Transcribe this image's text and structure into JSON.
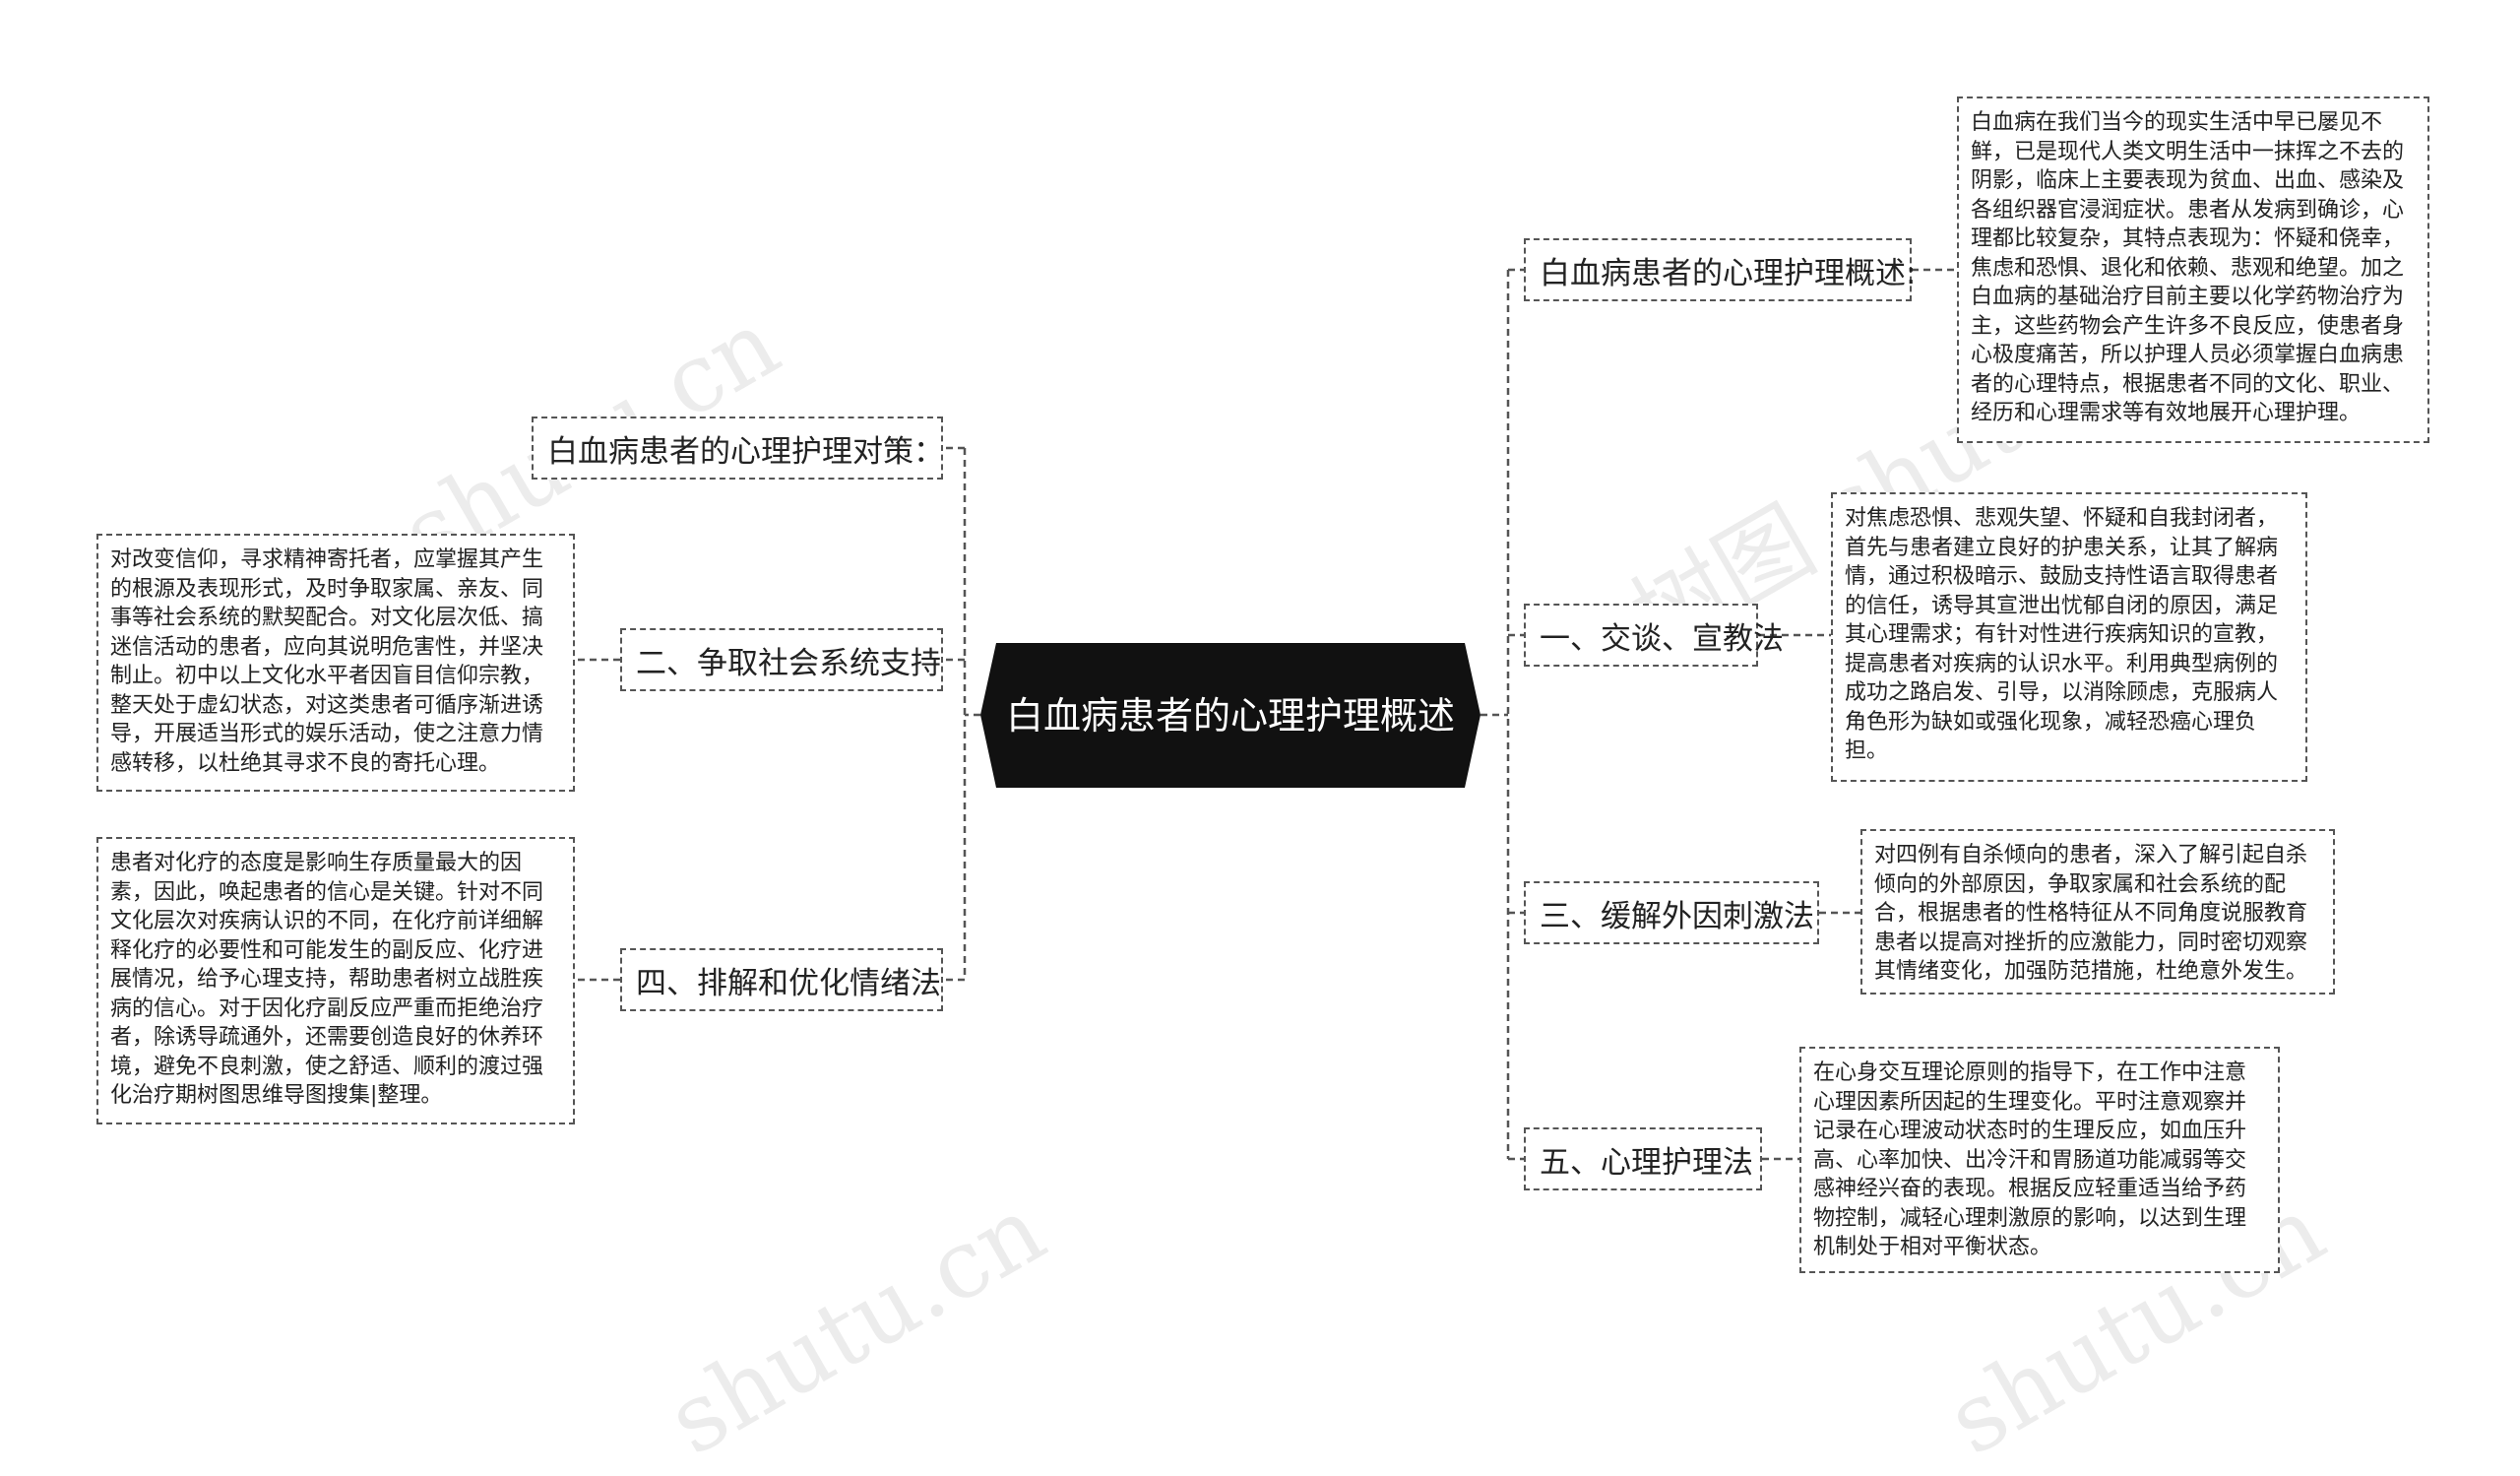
{
  "root": {
    "label": "白血病患者的心理护理概述"
  },
  "right_branches": [
    {
      "label": "白血病患者的心理护理概述:",
      "detail": "白血病在我们当今的现实生活中早已屡见不鲜，已是现代人类文明生活中一抹挥之不去的阴影，临床上主要表现为贫血、出血、感染及各组织器官浸润症状。患者从发病到确诊，心理都比较复杂，其特点表现为：怀疑和侥幸，焦虑和恐惧、退化和依赖、悲观和绝望。加之白血病的基础治疗目前主要以化学药物治疗为主，这些药物会产生许多不良反应，使患者身心极度痛苦，所以护理人员必须掌握白血病患者的心理特点，根据患者不同的文化、职业、经历和心理需求等有效地展开心理护理。"
    },
    {
      "label": "一、交谈、宣教法",
      "detail": "对焦虑恐惧、悲观失望、怀疑和自我封闭者，首先与患者建立良好的护患关系，让其了解病情，通过积极暗示、鼓励支持性语言取得患者的信任，诱导其宣泄出忧郁自闭的原因，满足其心理需求；有针对性进行疾病知识的宣教，提高患者对疾病的认识水平。利用典型病例的成功之路启发、引导，以消除顾虑，克服病人角色形为缺如或强化现象，减轻恐癌心理负担。"
    },
    {
      "label": "三、缓解外因刺激法",
      "detail": "对四例有自杀倾向的患者，深入了解引起自杀倾向的外部原因，争取家属和社会系统的配合，根据患者的性格特征从不同角度说服教育患者以提高对挫折的应激能力，同时密切观察其情绪变化，加强防范措施，杜绝意外发生。"
    },
    {
      "label": "五、心理护理法",
      "detail": "在心身交互理论原则的指导下，在工作中注意心理因素所因起的生理变化。平时注意观察并记录在心理波动状态时的生理反应，如血压升高、心率加快、出冷汗和胃肠道功能减弱等交感神经兴奋的表现。根据反应轻重适当给予药物控制，减轻心理刺激原的影响，以达到生理机制处于相对平衡状态。"
    }
  ],
  "left_branches": [
    {
      "label": "白血病患者的心理护理对策："
    },
    {
      "label": "二、争取社会系统支持",
      "detail": "对改变信仰，寻求精神寄托者，应掌握其产生的根源及表现形式，及时争取家属、亲友、同事等社会系统的默契配合。对文化层次低、搞迷信活动的患者，应向其说明危害性，并坚决制止。初中以上文化水平者因盲目信仰宗教，整天处于虚幻状态，对这类患者可循序渐进诱导，开展适当形式的娱乐活动，使之注意力情感转移，以杜绝其寻求不良的寄托心理。"
    },
    {
      "label": "四、排解和优化情绪法",
      "detail": "患者对化疗的态度是影响生存质量最大的因素，因此，唤起患者的信心是关键。针对不同文化层次对疾病认识的不同，在化疗前详细解释化疗的必要性和可能发生的副反应、化疗进展情况，给予心理支持，帮助患者树立战胜疾病的信心。对于因化疗副反应严重而拒绝治疗者，除诱导疏通外，还需要创造良好的休养环境，避免不良刺激，使之舒适、顺利的渡过强化治疗期树图思维导图搜集|整理。"
    }
  ],
  "watermarks": [
    "shutu.cn",
    "树图 shutu.cn",
    "shutu.cn",
    "shutu.cn"
  ],
  "colors": {
    "root_bg": "#111111",
    "border": "#555555",
    "line": "#555555"
  }
}
